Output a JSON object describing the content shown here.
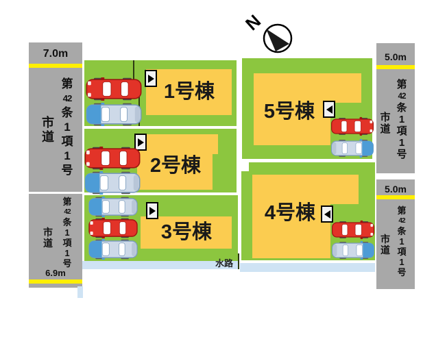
{
  "compass": {
    "north_label": "N"
  },
  "roads": {
    "left_top": {
      "width_label": "7.0m",
      "route_chars": [
        "第",
        "42",
        "条",
        "1",
        "項",
        "1",
        "号"
      ],
      "type_chars": [
        "市",
        "道"
      ]
    },
    "left_bottom": {
      "width_label": "6.9m",
      "route_chars": [
        "第",
        "42",
        "条",
        "1",
        "項",
        "1",
        "号"
      ],
      "type_chars": [
        "市",
        "道"
      ]
    },
    "right_top": {
      "width_label": "5.0m",
      "route_chars": [
        "第",
        "42",
        "条",
        "1",
        "項",
        "1",
        "号"
      ],
      "type_chars": [
        "市",
        "道"
      ]
    },
    "right_bottom": {
      "width_label": "5.0m",
      "route_chars": [
        "第",
        "42",
        "条",
        "1",
        "項",
        "1",
        "号"
      ],
      "type_chars": [
        "市",
        "道"
      ]
    }
  },
  "waterway": {
    "label": "水路"
  },
  "lots": [
    {
      "building_label": "1号棟",
      "entrance_arrow": "right",
      "cars": [
        "red",
        "blue"
      ]
    },
    {
      "building_label": "2号棟",
      "entrance_arrow": "right",
      "cars": [
        "red",
        "blue"
      ]
    },
    {
      "building_label": "3号棟",
      "entrance_arrow": "right",
      "cars": [
        "blue",
        "red",
        "blue"
      ]
    },
    {
      "building_label": "4号棟",
      "entrance_arrow": "left",
      "cars": [
        "red",
        "blue"
      ]
    },
    {
      "building_label": "5号棟",
      "entrance_arrow": "left",
      "cars": [
        "red",
        "blue"
      ]
    }
  ],
  "colors": {
    "lot_green": "#8cc63f",
    "building_yellow": "#fbcc50",
    "road_gray": "#a8a8a8",
    "road_edge_yellow": "#ffef00",
    "water_blue": "#cfe3f4",
    "car_red": "#e23328",
    "car_blue_body": "#cdd9e8",
    "car_blue_front": "#4d9cd6"
  }
}
